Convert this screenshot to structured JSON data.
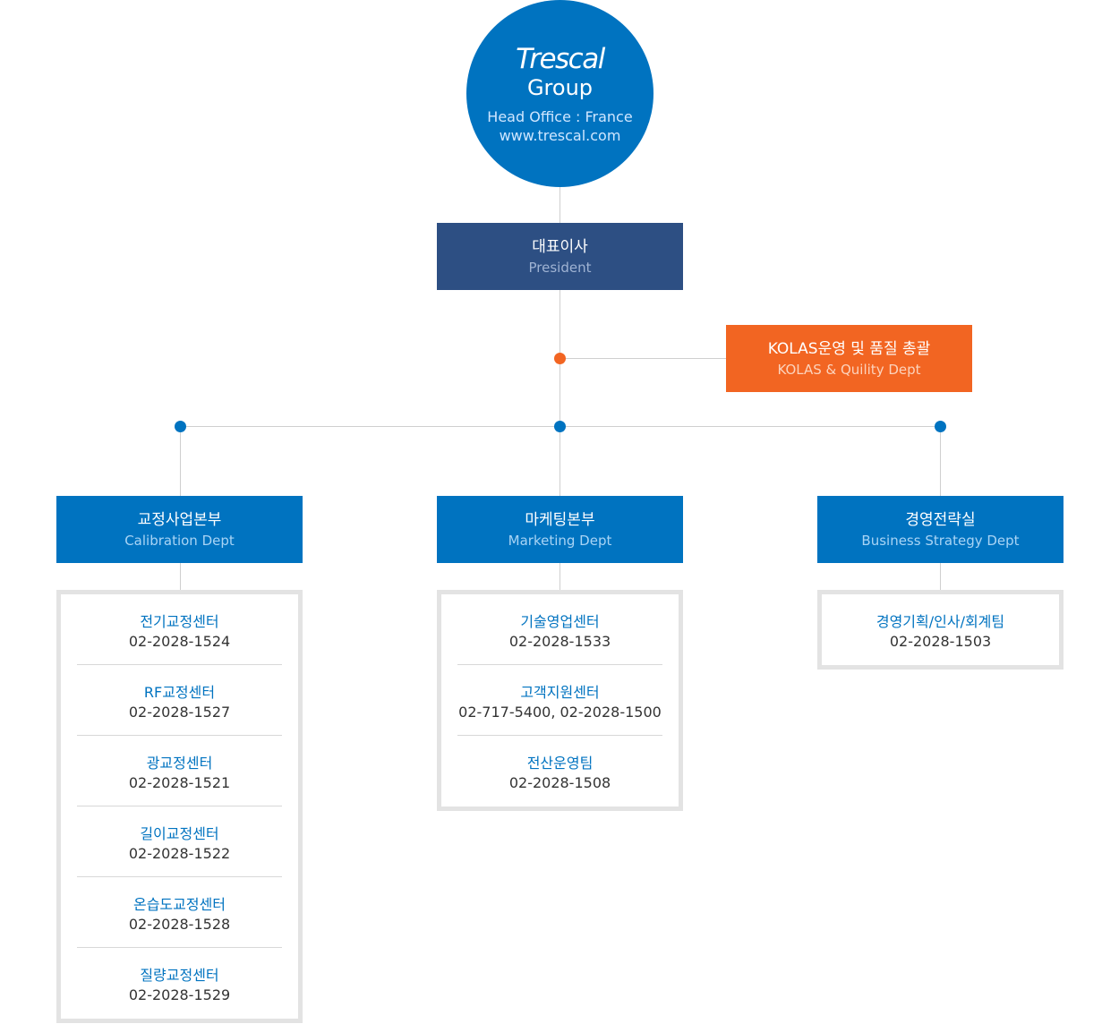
{
  "head": {
    "logo": "Trescal",
    "group": "Group",
    "office": "Head Office : France",
    "website": "www.trescal.com"
  },
  "president": {
    "ko": "대표이사",
    "en": "President"
  },
  "kolas": {
    "ko": "KOLAS운영 및 품질 총괄",
    "en": "KOLAS & Quility Dept"
  },
  "departments": [
    {
      "ko": "교정사업본부",
      "en": "Calibration Dept",
      "teams": [
        {
          "name": "전기교정센터",
          "phone": "02-2028-1524"
        },
        {
          "name": "RF교정센터",
          "phone": "02-2028-1527"
        },
        {
          "name": "광교정센터",
          "phone": "02-2028-1521"
        },
        {
          "name": "길이교정센터",
          "phone": "02-2028-1522"
        },
        {
          "name": "온습도교정센터",
          "phone": "02-2028-1528"
        },
        {
          "name": "질량교정센터",
          "phone": "02-2028-1529"
        }
      ]
    },
    {
      "ko": "마케팅본부",
      "en": "Marketing Dept",
      "teams": [
        {
          "name": "기술영업센터",
          "phone": "02-2028-1533"
        },
        {
          "name": "고객지원센터",
          "phone": "02-717-5400, 02-2028-1500"
        },
        {
          "name": "전산운영팀",
          "phone": "02-2028-1508"
        }
      ]
    },
    {
      "ko": "경영전략실",
      "en": "Business Strategy Dept",
      "teams": [
        {
          "name": "경영기획/인사/회계팀",
          "phone": "02-2028-1503"
        }
      ]
    }
  ],
  "colors": {
    "primary_blue": "#0073c0",
    "navy": "#2d4f83",
    "orange": "#f26522",
    "line": "#cfcfcf"
  }
}
